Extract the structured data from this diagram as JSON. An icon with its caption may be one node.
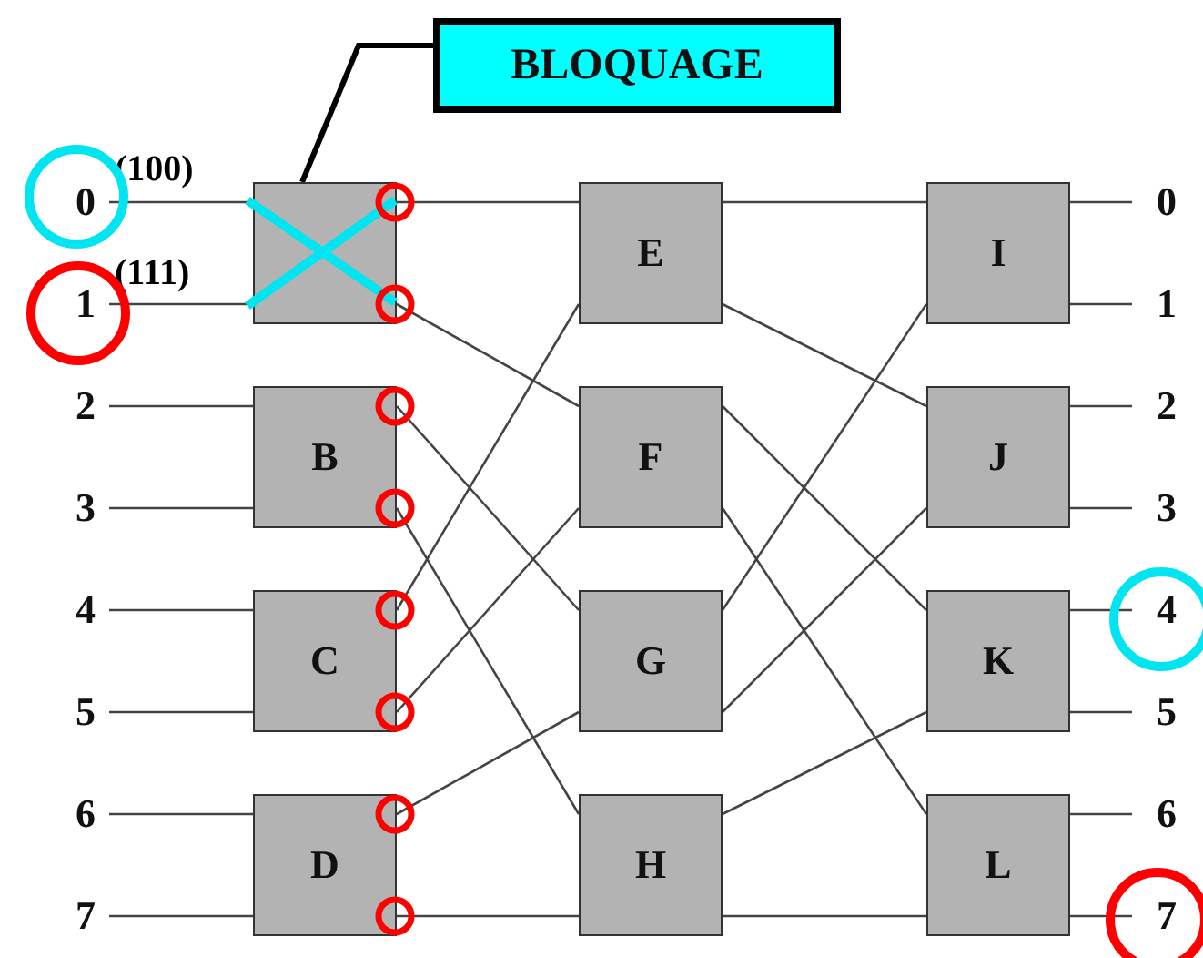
{
  "diagram": {
    "nodes": [
      {
        "text": [
          "BLOQUAGE"
        ]
      },
      {
        "text": [
          "0"
        ]
      },
      {
        "text": [
          "1"
        ]
      },
      {
        "text": [
          "2"
        ]
      },
      {
        "text": [
          "3"
        ]
      },
      {
        "text": [
          "4"
        ]
      },
      {
        "text": [
          "5"
        ]
      },
      {
        "text": [
          "6"
        ]
      },
      {
        "text": [
          "7"
        ]
      },
      {
        "text": [],
        "shape": "box"
      },
      {
        "text": [
          "B"
        ]
      },
      {
        "text": [
          "C"
        ]
      },
      {
        "text": [
          "D"
        ]
      },
      {
        "text": [
          "E"
        ]
      },
      {
        "text": [
          "F"
        ]
      },
      {
        "text": [
          "G"
        ]
      },
      {
        "text": [
          "H"
        ]
      },
      {
        "text": [
          "I"
        ]
      },
      {
        "text": [
          "J"
        ]
      },
      {
        "text": [
          "K"
        ]
      },
      {
        "text": [
          "L"
        ]
      },
      {
        "text": [
          "0"
        ]
      },
      {
        "text": [
          "1"
        ]
      },
      {
        "text": [
          "2"
        ]
      },
      {
        "text": [
          "3"
        ]
      },
      {
        "text": [
          "4"
        ]
      },
      {
        "text": [
          "5"
        ]
      },
      {
        "text": [
          "6"
        ]
      },
      {
        "text": [
          "7"
        ]
      }
    ],
    "edges": [
      {
        "from": 0,
        "to": 9,
        "arrow": "none",
        "style": "thick"
      },
      {
        "from": 1,
        "to": 9,
        "arrow": "none"
      },
      {
        "from": 2,
        "to": 9,
        "arrow": "none"
      },
      {
        "from": 3,
        "to": 10,
        "arrow": "none"
      },
      {
        "from": 4,
        "to": 10,
        "arrow": "none"
      },
      {
        "from": 5,
        "to": 11,
        "arrow": "none"
      },
      {
        "from": 6,
        "to": 11,
        "arrow": "none"
      },
      {
        "from": 7,
        "to": 12,
        "arrow": "none"
      },
      {
        "from": 8,
        "to": 12,
        "arrow": "none"
      },
      {
        "from": 9,
        "to": 13,
        "arrow": "none"
      },
      {
        "from": 9,
        "to": 14,
        "arrow": "none"
      },
      {
        "from": 10,
        "to": 15,
        "arrow": "none"
      },
      {
        "from": 10,
        "to": 16,
        "arrow": "none"
      },
      {
        "from": 11,
        "to": 13,
        "arrow": "none"
      },
      {
        "from": 11,
        "to": 14,
        "arrow": "none"
      },
      {
        "from": 12,
        "to": 15,
        "arrow": "none"
      },
      {
        "from": 12,
        "to": 16,
        "arrow": "none"
      },
      {
        "from": 13,
        "to": 17,
        "arrow": "none"
      },
      {
        "from": 13,
        "to": 18,
        "arrow": "none"
      },
      {
        "from": 14,
        "to": 19,
        "arrow": "none"
      },
      {
        "from": 14,
        "to": 20,
        "arrow": "none"
      },
      {
        "from": 15,
        "to": 17,
        "arrow": "none"
      },
      {
        "from": 15,
        "to": 18,
        "arrow": "none"
      },
      {
        "from": 16,
        "to": 19,
        "arrow": "none"
      },
      {
        "from": 16,
        "to": 20,
        "arrow": "none"
      },
      {
        "from": 17,
        "to": 21,
        "arrow": "none"
      },
      {
        "from": 17,
        "to": 22,
        "arrow": "none"
      },
      {
        "from": 18,
        "to": 23,
        "arrow": "none"
      },
      {
        "from": 18,
        "to": 24,
        "arrow": "none"
      },
      {
        "from": 19,
        "to": 25,
        "arrow": "none"
      },
      {
        "from": 19,
        "to": 26,
        "arrow": "none"
      },
      {
        "from": 20,
        "to": 27,
        "arrow": "none"
      },
      {
        "from": 20,
        "to": 28,
        "arrow": "none"
      }
    ],
    "labels": [
      "(100)",
      "(111)"
    ]
  }
}
